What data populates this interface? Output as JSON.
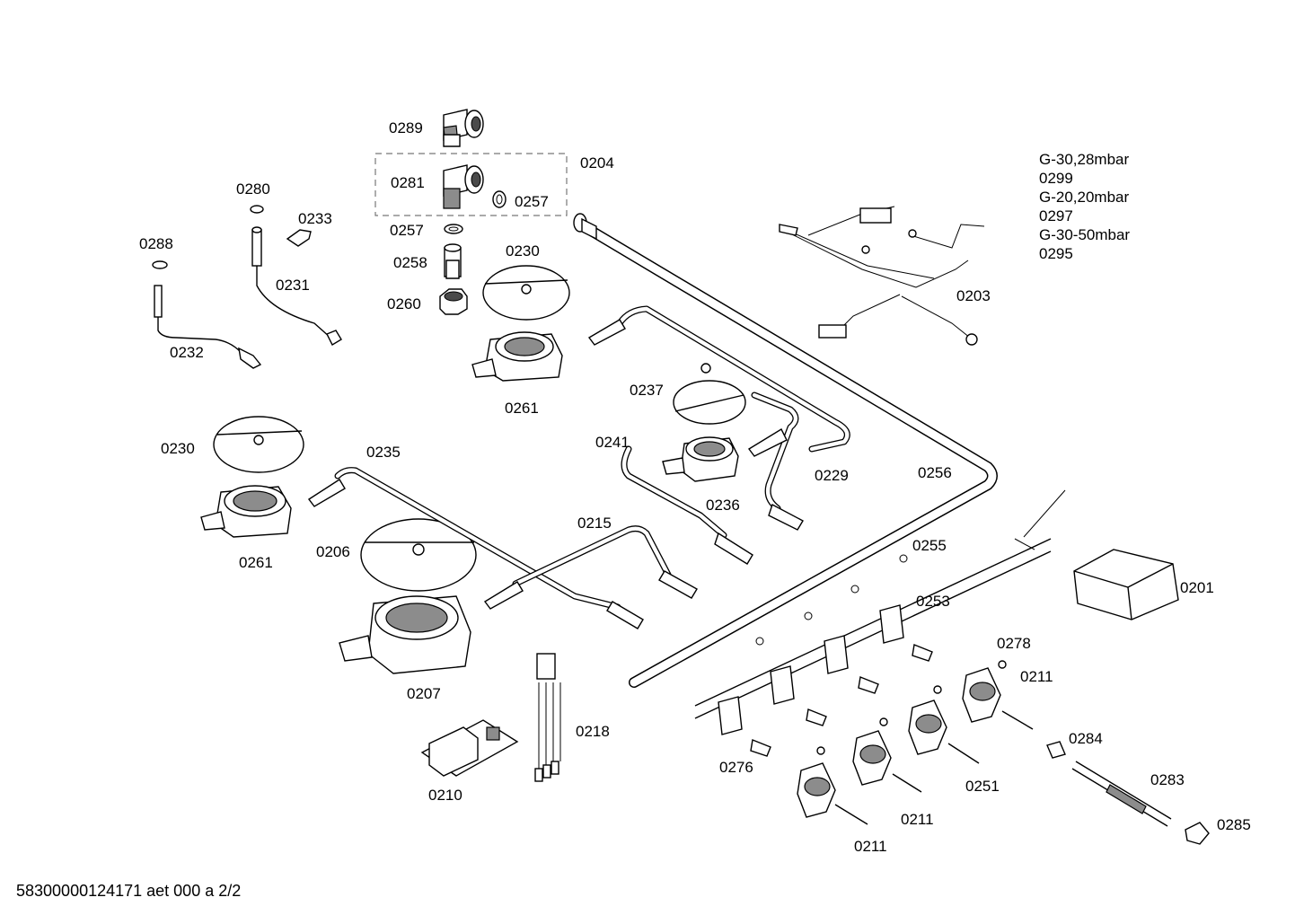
{
  "labels": {
    "p0289": "0289",
    "p0281": "0281",
    "p0204": "0204",
    "p0257a": "0257",
    "p0257b": "0257",
    "p0258": "0258",
    "p0260": "0260",
    "p0280": "0280",
    "p0233": "0233",
    "p0288": "0288",
    "p0231": "0231",
    "p0232": "0232",
    "p0230a": "0230",
    "p0230b": "0230",
    "p0261a": "0261",
    "p0261b": "0261",
    "p0237": "0237",
    "p0241": "0241",
    "p0229": "0229",
    "p0256": "0256",
    "p0236": "0236",
    "p0235": "0235",
    "p0206": "0206",
    "p0215": "0215",
    "p0207": "0207",
    "p0218": "0218",
    "p0210": "0210",
    "p0203": "0203",
    "p0255": "0255",
    "p0201": "0201",
    "p0253": "0253",
    "p0278": "0278",
    "p0211a": "0211",
    "p0211b": "0211",
    "p0211c": "0211",
    "p0284": "0284",
    "p0283": "0283",
    "p0285": "0285",
    "p0276": "0276",
    "p0251": "0251"
  },
  "gas_notes": [
    "G-30,28mbar",
    "0299",
    "G-20,20mbar",
    "0297",
    "G-30-50mbar",
    "0295"
  ],
  "footer": "58300000124171 aet 000 a 2/2"
}
